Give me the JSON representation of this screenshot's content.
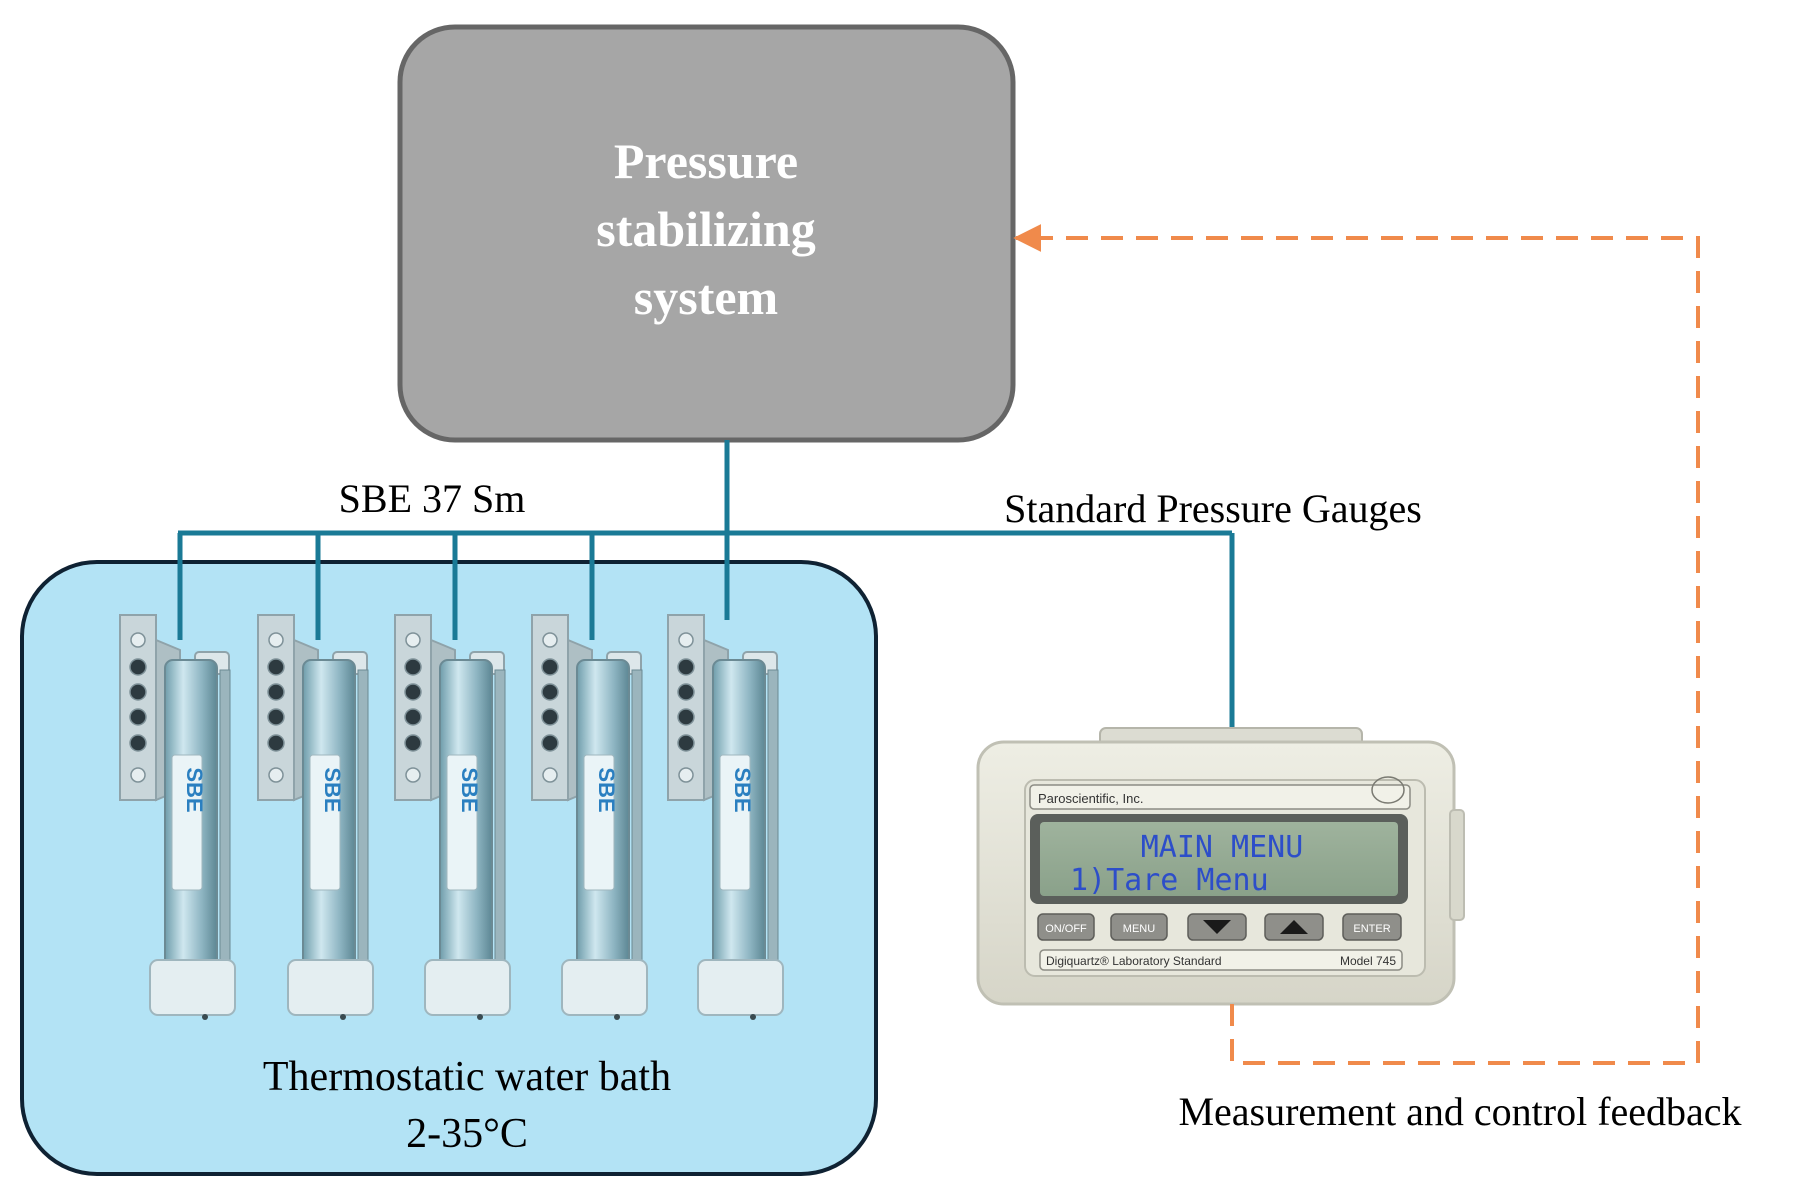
{
  "pressure_system": {
    "title_line1": "Pressure",
    "title_line2": "stabilizing",
    "title_line3": "system"
  },
  "labels": {
    "sbe_group": "SBE 37 Sm",
    "standard_gauges": "Standard Pressure Gauges",
    "feedback": "Measurement and control feedback"
  },
  "water_bath": {
    "title": "Thermostatic water bath",
    "range": "2-35°C"
  },
  "sensors": {
    "brand_label": "SBE"
  },
  "gauge_device": {
    "manufacturer": "Paroscientific, Inc.",
    "display_line1": "MAIN MENU",
    "display_line2": "1)Tare Menu",
    "btn_onoff": "ON/OFF",
    "btn_menu": "MENU",
    "btn_enter": "ENTER",
    "footer_left": "Digiquartz® Laboratory Standard",
    "footer_right": "Model 745"
  },
  "colors": {
    "pressure_line": "#1a7a96",
    "feedback_arrow": "#f08a4b",
    "bath_fill": "#b3e3f5",
    "system_box_fill": "#a6a6a6"
  }
}
